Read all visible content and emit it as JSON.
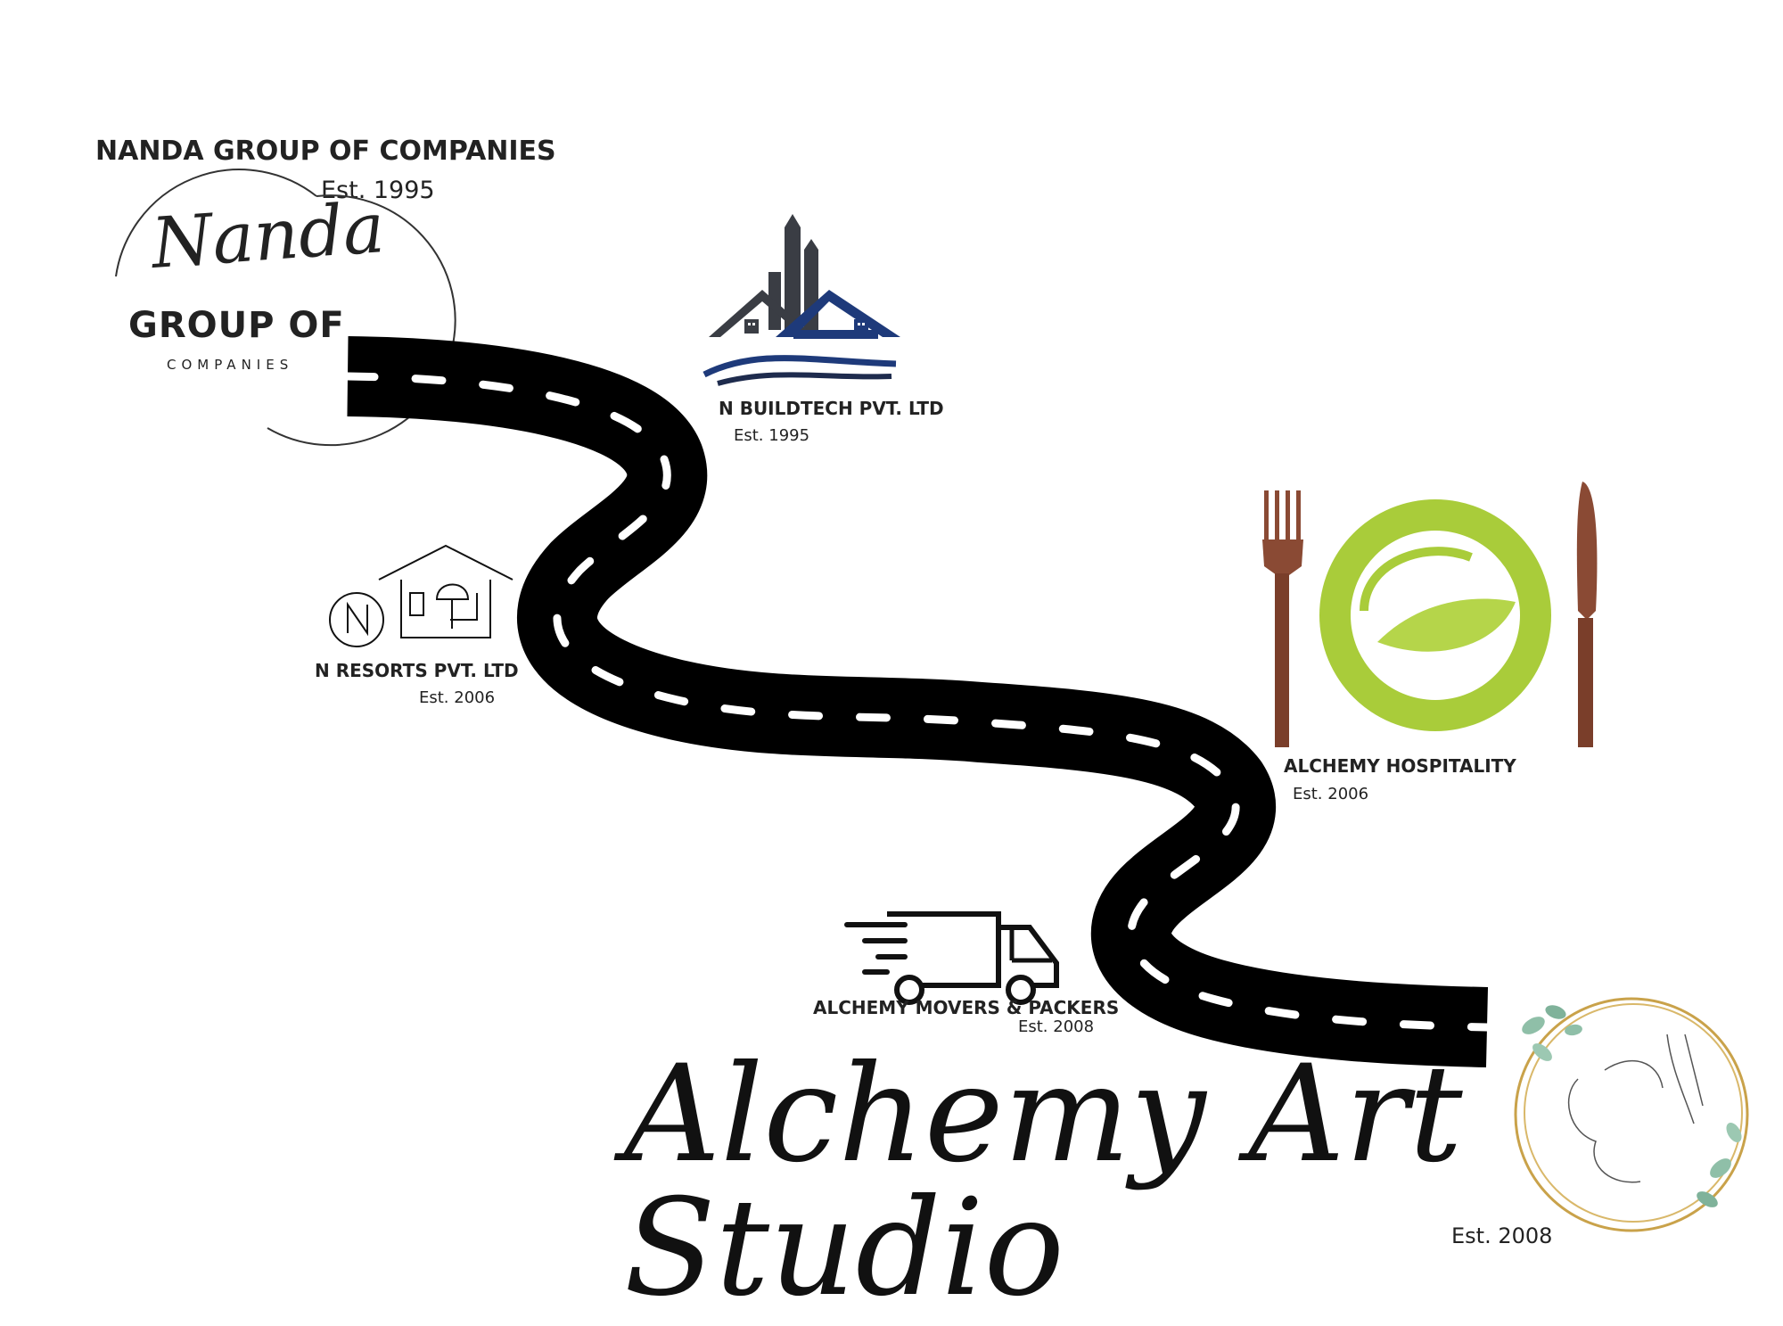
{
  "header": {
    "title": "NANDA GROUP OF COMPANIES",
    "est": "Est. 1995"
  },
  "group_logo": {
    "script_word": "Nanda",
    "main": "GROUP OF",
    "sub": "COMPANIES",
    "icon": "nanda-group-logo"
  },
  "companies": [
    {
      "name": "N BUILDTECH PVT. LTD",
      "est": "Est. 1995",
      "icon": "buildings-houses-waves-icon"
    },
    {
      "name": "N RESORTS PVT. LTD",
      "est": "Est. 2006",
      "icon": "resort-house-logo-icon"
    },
    {
      "name": "ALCHEMY  HOSPITALITY",
      "est": "Est. 2006",
      "icon": "plate-fork-knife-icon"
    },
    {
      "name": "ALCHEMY MOVERS & PACKERS",
      "est": "Est. 2008",
      "icon": "delivery-truck-icon"
    },
    {
      "name": "Alchemy Art Studio",
      "est": "Est. 2008",
      "icon": "art-studio-wreath-icon"
    }
  ],
  "colors": {
    "road": "#000000",
    "road_marking": "#ffffff",
    "buildtech_navy": "#1e3a7a",
    "buildtech_gray": "#3a3d44",
    "hospitality_green": "#a9cc3a",
    "hospitality_brown": "#8a4a34",
    "art_gold": "#c9a24a",
    "art_leaf": "#8fbfa8"
  }
}
